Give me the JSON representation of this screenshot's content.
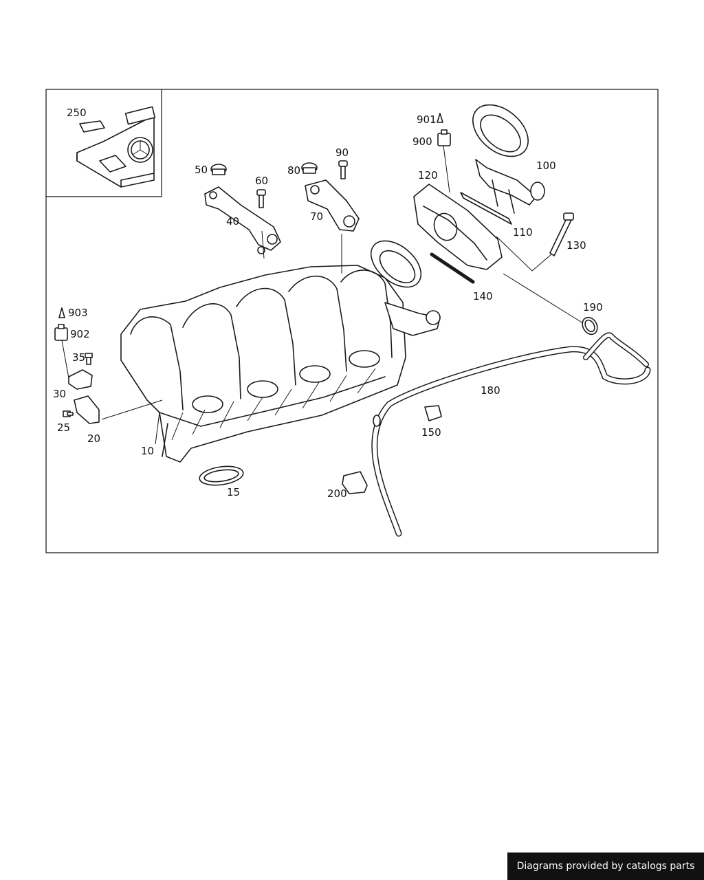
{
  "diagram": {
    "callouts": [
      {
        "id": "c250",
        "label": "250"
      },
      {
        "id": "c901",
        "label": "901"
      },
      {
        "id": "c900",
        "label": "900"
      },
      {
        "id": "c90",
        "label": "90"
      },
      {
        "id": "c100",
        "label": "100"
      },
      {
        "id": "c50",
        "label": "50"
      },
      {
        "id": "c80",
        "label": "80"
      },
      {
        "id": "c120",
        "label": "120"
      },
      {
        "id": "c60",
        "label": "60"
      },
      {
        "id": "c40",
        "label": "40"
      },
      {
        "id": "c70",
        "label": "70"
      },
      {
        "id": "c110",
        "label": "110"
      },
      {
        "id": "c130",
        "label": "130"
      },
      {
        "id": "c140",
        "label": "140"
      },
      {
        "id": "c190",
        "label": "190"
      },
      {
        "id": "c903",
        "label": "903"
      },
      {
        "id": "c902",
        "label": "902"
      },
      {
        "id": "c35",
        "label": "35"
      },
      {
        "id": "c30",
        "label": "30"
      },
      {
        "id": "c180",
        "label": "180"
      },
      {
        "id": "c25",
        "label": "25"
      },
      {
        "id": "c20",
        "label": "20"
      },
      {
        "id": "c150",
        "label": "150"
      },
      {
        "id": "c10",
        "label": "10"
      },
      {
        "id": "c15",
        "label": "15"
      },
      {
        "id": "c200",
        "label": "200"
      }
    ]
  },
  "footer": {
    "credit": "Diagrams provided by catalogs parts"
  }
}
